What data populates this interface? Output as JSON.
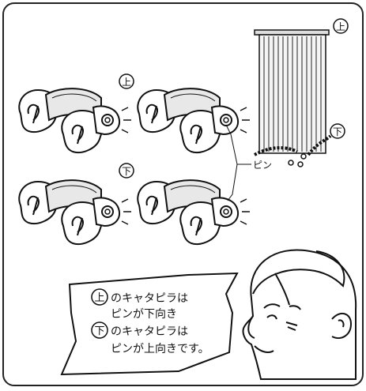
{
  "labels": {
    "upper_mark": "上",
    "lower_mark": "下",
    "curtain_upper_mark": "上",
    "curtain_lower_mark": "下",
    "pin_label": "ピン"
  },
  "speech": {
    "line1_mark": "上",
    "line1_text": "のキャタピラは",
    "line2_text": "ピンが下向き",
    "line3_mark": "下",
    "line3_text": "のキャタピラは",
    "line4_text": "ピンが上向きです。"
  }
}
